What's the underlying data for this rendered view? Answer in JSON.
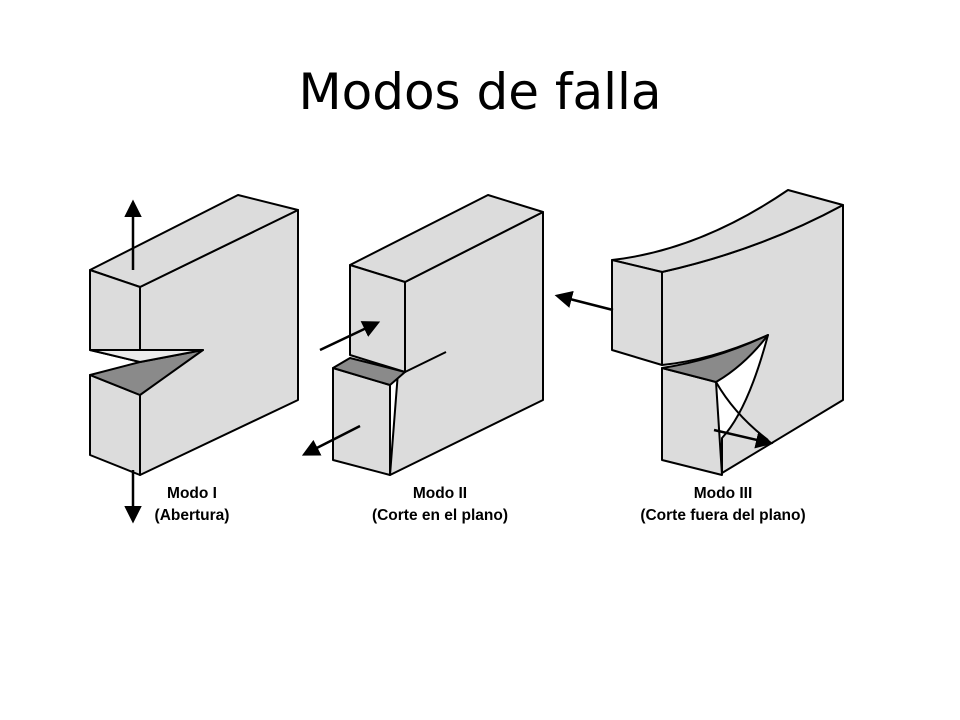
{
  "slide": {
    "title": "Modos de falla"
  },
  "modes": [
    {
      "name": "Modo I",
      "description": "(Abertura)"
    },
    {
      "name": "Modo II",
      "description": "(Corte en el plano)"
    },
    {
      "name": "Modo III",
      "description": "(Corte fuera del plano)"
    }
  ],
  "colors": {
    "block_face": "#dcdcdc",
    "crack_face": "#8a8a8a",
    "outline": "#000000",
    "background": "#ffffff"
  }
}
